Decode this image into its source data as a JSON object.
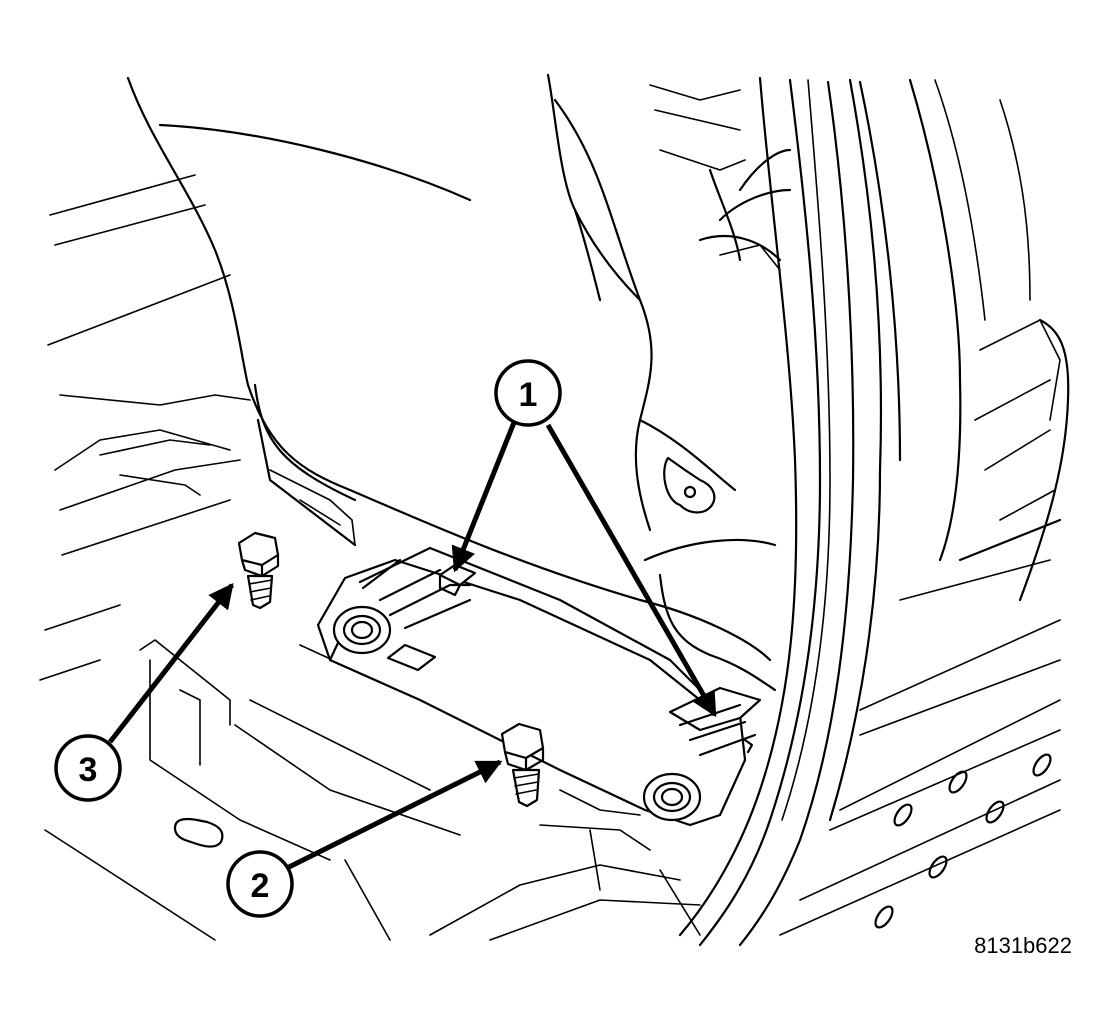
{
  "callouts": [
    {
      "id": "1",
      "label": "1"
    },
    {
      "id": "2",
      "label": "2"
    },
    {
      "id": "3",
      "label": "3"
    }
  ],
  "figure_id": "8131b622"
}
